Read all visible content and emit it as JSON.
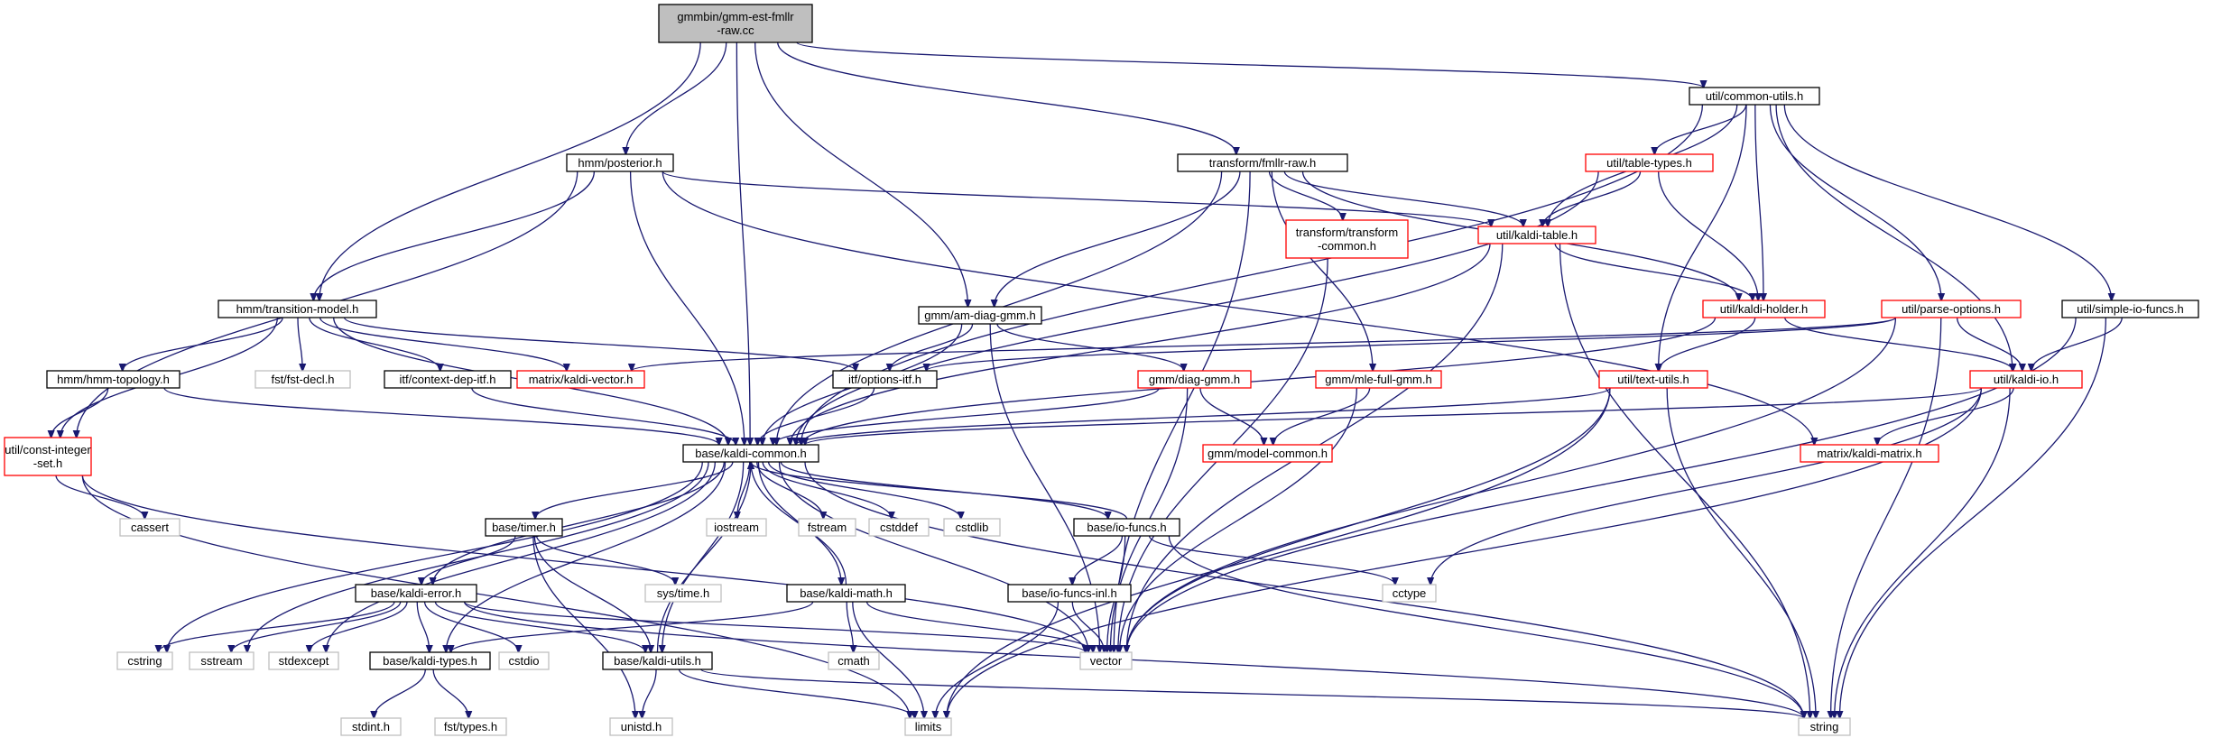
{
  "diagram": {
    "type": "include-dependency-graph",
    "colors": {
      "edge": "#191970",
      "root_fill": "#bfbfbf",
      "normal_border": "#000000",
      "truncated_border": "#ff0000",
      "external_border": "#bfbfbf",
      "background": "#ffffff"
    },
    "nodes": [
      {
        "id": "root",
        "lines": [
          "gmmbin/gmm-est-fmllr",
          "-raw.cc"
        ],
        "kind": "root"
      },
      {
        "id": "common_utils",
        "lines": [
          "util/common-utils.h"
        ],
        "kind": "normal"
      },
      {
        "id": "hmm_posterior",
        "lines": [
          "hmm/posterior.h"
        ],
        "kind": "normal"
      },
      {
        "id": "fmllr_raw",
        "lines": [
          "transform/fmllr-raw.h"
        ],
        "kind": "normal"
      },
      {
        "id": "table_types",
        "lines": [
          "util/table-types.h"
        ],
        "kind": "truncated"
      },
      {
        "id": "transform_common",
        "lines": [
          "transform/transform",
          "-common.h"
        ],
        "kind": "truncated"
      },
      {
        "id": "kaldi_table",
        "lines": [
          "util/kaldi-table.h"
        ],
        "kind": "truncated"
      },
      {
        "id": "transition_model",
        "lines": [
          "hmm/transition-model.h"
        ],
        "kind": "normal"
      },
      {
        "id": "am_diag_gmm",
        "lines": [
          "gmm/am-diag-gmm.h"
        ],
        "kind": "normal"
      },
      {
        "id": "kaldi_holder",
        "lines": [
          "util/kaldi-holder.h"
        ],
        "kind": "truncated"
      },
      {
        "id": "parse_options",
        "lines": [
          "util/parse-options.h"
        ],
        "kind": "truncated"
      },
      {
        "id": "simple_io_funcs",
        "lines": [
          "util/simple-io-funcs.h"
        ],
        "kind": "normal"
      },
      {
        "id": "hmm_topology",
        "lines": [
          "hmm/hmm-topology.h"
        ],
        "kind": "normal"
      },
      {
        "id": "fst_decl",
        "lines": [
          "fst/fst-decl.h"
        ],
        "kind": "external"
      },
      {
        "id": "context_dep_itf",
        "lines": [
          "itf/context-dep-itf.h"
        ],
        "kind": "normal"
      },
      {
        "id": "kaldi_vector",
        "lines": [
          "matrix/kaldi-vector.h"
        ],
        "kind": "truncated"
      },
      {
        "id": "options_itf",
        "lines": [
          "itf/options-itf.h"
        ],
        "kind": "normal"
      },
      {
        "id": "diag_gmm",
        "lines": [
          "gmm/diag-gmm.h"
        ],
        "kind": "truncated"
      },
      {
        "id": "mle_full_gmm",
        "lines": [
          "gmm/mle-full-gmm.h"
        ],
        "kind": "truncated"
      },
      {
        "id": "text_utils",
        "lines": [
          "util/text-utils.h"
        ],
        "kind": "truncated"
      },
      {
        "id": "kaldi_io",
        "lines": [
          "util/kaldi-io.h"
        ],
        "kind": "truncated"
      },
      {
        "id": "const_integer_set",
        "lines": [
          "util/const-integer",
          "-set.h"
        ],
        "kind": "truncated"
      },
      {
        "id": "kaldi_common",
        "lines": [
          "base/kaldi-common.h"
        ],
        "kind": "normal"
      },
      {
        "id": "model_common",
        "lines": [
          "gmm/model-common.h"
        ],
        "kind": "truncated"
      },
      {
        "id": "kaldi_matrix",
        "lines": [
          "matrix/kaldi-matrix.h"
        ],
        "kind": "truncated"
      },
      {
        "id": "cassert",
        "lines": [
          "cassert"
        ],
        "kind": "external"
      },
      {
        "id": "base_timer",
        "lines": [
          "base/timer.h"
        ],
        "kind": "normal"
      },
      {
        "id": "iostream",
        "lines": [
          "iostream"
        ],
        "kind": "external"
      },
      {
        "id": "fstream",
        "lines": [
          "fstream"
        ],
        "kind": "external"
      },
      {
        "id": "cstddef",
        "lines": [
          "cstddef"
        ],
        "kind": "external"
      },
      {
        "id": "cstdlib",
        "lines": [
          "cstdlib"
        ],
        "kind": "external"
      },
      {
        "id": "io_funcs",
        "lines": [
          "base/io-funcs.h"
        ],
        "kind": "normal"
      },
      {
        "id": "sys_time",
        "lines": [
          "sys/time.h"
        ],
        "kind": "external"
      },
      {
        "id": "cctype",
        "lines": [
          "cctype"
        ],
        "kind": "external"
      },
      {
        "id": "kaldi_error",
        "lines": [
          "base/kaldi-error.h"
        ],
        "kind": "normal"
      },
      {
        "id": "kaldi_math",
        "lines": [
          "base/kaldi-math.h"
        ],
        "kind": "normal"
      },
      {
        "id": "io_funcs_inl",
        "lines": [
          "base/io-funcs-inl.h"
        ],
        "kind": "normal"
      },
      {
        "id": "cstring",
        "lines": [
          "cstring"
        ],
        "kind": "external"
      },
      {
        "id": "sstream",
        "lines": [
          "sstream"
        ],
        "kind": "external"
      },
      {
        "id": "stdexcept",
        "lines": [
          "stdexcept"
        ],
        "kind": "external"
      },
      {
        "id": "kaldi_types",
        "lines": [
          "base/kaldi-types.h"
        ],
        "kind": "normal"
      },
      {
        "id": "cstdio",
        "lines": [
          "cstdio"
        ],
        "kind": "external"
      },
      {
        "id": "kaldi_utils",
        "lines": [
          "base/kaldi-utils.h"
        ],
        "kind": "normal"
      },
      {
        "id": "cmath",
        "lines": [
          "cmath"
        ],
        "kind": "external"
      },
      {
        "id": "vector",
        "lines": [
          "vector"
        ],
        "kind": "external"
      },
      {
        "id": "stdint",
        "lines": [
          "stdint.h"
        ],
        "kind": "external"
      },
      {
        "id": "fst_types",
        "lines": [
          "fst/types.h"
        ],
        "kind": "external"
      },
      {
        "id": "unistd",
        "lines": [
          "unistd.h"
        ],
        "kind": "external"
      },
      {
        "id": "limits",
        "lines": [
          "limits"
        ],
        "kind": "external"
      },
      {
        "id": "string",
        "lines": [
          "string"
        ],
        "kind": "external"
      }
    ],
    "edges": [
      [
        "root",
        "common_utils"
      ],
      [
        "root",
        "hmm_posterior"
      ],
      [
        "root",
        "fmllr_raw"
      ],
      [
        "root",
        "transition_model"
      ],
      [
        "root",
        "am_diag_gmm"
      ],
      [
        "root",
        "kaldi_common"
      ],
      [
        "common_utils",
        "table_types"
      ],
      [
        "common_utils",
        "kaldi_table"
      ],
      [
        "common_utils",
        "kaldi_holder"
      ],
      [
        "common_utils",
        "parse_options"
      ],
      [
        "common_utils",
        "simple_io_funcs"
      ],
      [
        "common_utils",
        "text_utils"
      ],
      [
        "common_utils",
        "kaldi_io"
      ],
      [
        "common_utils",
        "kaldi_common"
      ],
      [
        "hmm_posterior",
        "kaldi_table"
      ],
      [
        "hmm_posterior",
        "transition_model"
      ],
      [
        "hmm_posterior",
        "const_integer_set"
      ],
      [
        "hmm_posterior",
        "kaldi_common"
      ],
      [
        "hmm_posterior",
        "kaldi_matrix"
      ],
      [
        "fmllr_raw",
        "transform_common"
      ],
      [
        "fmllr_raw",
        "kaldi_table"
      ],
      [
        "fmllr_raw",
        "kaldi_holder"
      ],
      [
        "fmllr_raw",
        "am_diag_gmm"
      ],
      [
        "fmllr_raw",
        "mle_full_gmm"
      ],
      [
        "fmllr_raw",
        "kaldi_common"
      ],
      [
        "fmllr_raw",
        "vector"
      ],
      [
        "table_types",
        "kaldi_table"
      ],
      [
        "table_types",
        "kaldi_holder"
      ],
      [
        "table_types",
        "kaldi_common"
      ],
      [
        "transform_common",
        "vector"
      ],
      [
        "kaldi_table",
        "kaldi_holder"
      ],
      [
        "kaldi_table",
        "kaldi_common"
      ],
      [
        "kaldi_table",
        "vector"
      ],
      [
        "kaldi_table",
        "string"
      ],
      [
        "transition_model",
        "hmm_topology"
      ],
      [
        "transition_model",
        "fst_decl"
      ],
      [
        "transition_model",
        "context_dep_itf"
      ],
      [
        "transition_model",
        "kaldi_vector"
      ],
      [
        "transition_model",
        "options_itf"
      ],
      [
        "transition_model",
        "const_integer_set"
      ],
      [
        "transition_model",
        "kaldi_common"
      ],
      [
        "am_diag_gmm",
        "options_itf"
      ],
      [
        "am_diag_gmm",
        "diag_gmm"
      ],
      [
        "am_diag_gmm",
        "kaldi_common"
      ],
      [
        "am_diag_gmm",
        "vector"
      ],
      [
        "kaldi_holder",
        "text_utils"
      ],
      [
        "kaldi_holder",
        "kaldi_io"
      ],
      [
        "kaldi_holder",
        "kaldi_common"
      ],
      [
        "parse_options",
        "kaldi_vector"
      ],
      [
        "parse_options",
        "options_itf"
      ],
      [
        "parse_options",
        "kaldi_io"
      ],
      [
        "parse_options",
        "vector"
      ],
      [
        "parse_options",
        "string"
      ],
      [
        "simple_io_funcs",
        "kaldi_io"
      ],
      [
        "simple_io_funcs",
        "vector"
      ],
      [
        "simple_io_funcs",
        "string"
      ],
      [
        "hmm_topology",
        "const_integer_set"
      ],
      [
        "hmm_topology",
        "kaldi_common"
      ],
      [
        "context_dep_itf",
        "kaldi_common"
      ],
      [
        "options_itf",
        "kaldi_common"
      ],
      [
        "diag_gmm",
        "kaldi_common"
      ],
      [
        "diag_gmm",
        "model_common"
      ],
      [
        "diag_gmm",
        "vector"
      ],
      [
        "mle_full_gmm",
        "model_common"
      ],
      [
        "mle_full_gmm",
        "vector"
      ],
      [
        "text_utils",
        "kaldi_common"
      ],
      [
        "text_utils",
        "vector"
      ],
      [
        "text_utils",
        "string"
      ],
      [
        "text_utils",
        "limits"
      ],
      [
        "kaldi_io",
        "kaldi_common"
      ],
      [
        "kaldi_io",
        "kaldi_matrix"
      ],
      [
        "kaldi_io",
        "cctype"
      ],
      [
        "kaldi_io",
        "string"
      ],
      [
        "kaldi_io",
        "limits"
      ],
      [
        "const_integer_set",
        "cassert"
      ],
      [
        "const_integer_set",
        "vector"
      ],
      [
        "const_integer_set",
        "limits"
      ],
      [
        "kaldi_common",
        "base_timer"
      ],
      [
        "kaldi_common",
        "iostream"
      ],
      [
        "kaldi_common",
        "fstream"
      ],
      [
        "kaldi_common",
        "cstddef"
      ],
      [
        "kaldi_common",
        "cstdlib"
      ],
      [
        "kaldi_common",
        "io_funcs"
      ],
      [
        "kaldi_common",
        "kaldi_error"
      ],
      [
        "kaldi_common",
        "kaldi_math"
      ],
      [
        "kaldi_common",
        "cstring"
      ],
      [
        "kaldi_common",
        "sstream"
      ],
      [
        "kaldi_common",
        "stdexcept"
      ],
      [
        "kaldi_common",
        "kaldi_types"
      ],
      [
        "kaldi_common",
        "kaldi_utils"
      ],
      [
        "kaldi_common",
        "vector"
      ],
      [
        "kaldi_common",
        "string"
      ],
      [
        "base_timer",
        "sys_time"
      ],
      [
        "base_timer",
        "kaldi_error"
      ],
      [
        "base_timer",
        "kaldi_utils"
      ],
      [
        "base_timer",
        "unistd"
      ],
      [
        "io_funcs",
        "kaldi_common"
      ],
      [
        "io_funcs",
        "io_funcs_inl"
      ],
      [
        "io_funcs",
        "cctype"
      ],
      [
        "io_funcs",
        "vector"
      ],
      [
        "io_funcs",
        "string"
      ],
      [
        "kaldi_error",
        "cstring"
      ],
      [
        "kaldi_error",
        "sstream"
      ],
      [
        "kaldi_error",
        "stdexcept"
      ],
      [
        "kaldi_error",
        "kaldi_types"
      ],
      [
        "kaldi_error",
        "cstdio"
      ],
      [
        "kaldi_error",
        "kaldi_utils"
      ],
      [
        "kaldi_error",
        "vector"
      ],
      [
        "kaldi_error",
        "string"
      ],
      [
        "kaldi_math",
        "kaldi_common"
      ],
      [
        "kaldi_math",
        "kaldi_types"
      ],
      [
        "kaldi_math",
        "cmath"
      ],
      [
        "kaldi_math",
        "limits"
      ],
      [
        "kaldi_math",
        "vector"
      ],
      [
        "io_funcs_inl",
        "limits"
      ],
      [
        "io_funcs_inl",
        "vector"
      ],
      [
        "kaldi_types",
        "stdint"
      ],
      [
        "kaldi_types",
        "fst_types"
      ],
      [
        "kaldi_utils",
        "kaldi_common"
      ],
      [
        "kaldi_utils",
        "unistd"
      ],
      [
        "kaldi_utils",
        "limits"
      ],
      [
        "kaldi_utils",
        "string"
      ]
    ]
  }
}
